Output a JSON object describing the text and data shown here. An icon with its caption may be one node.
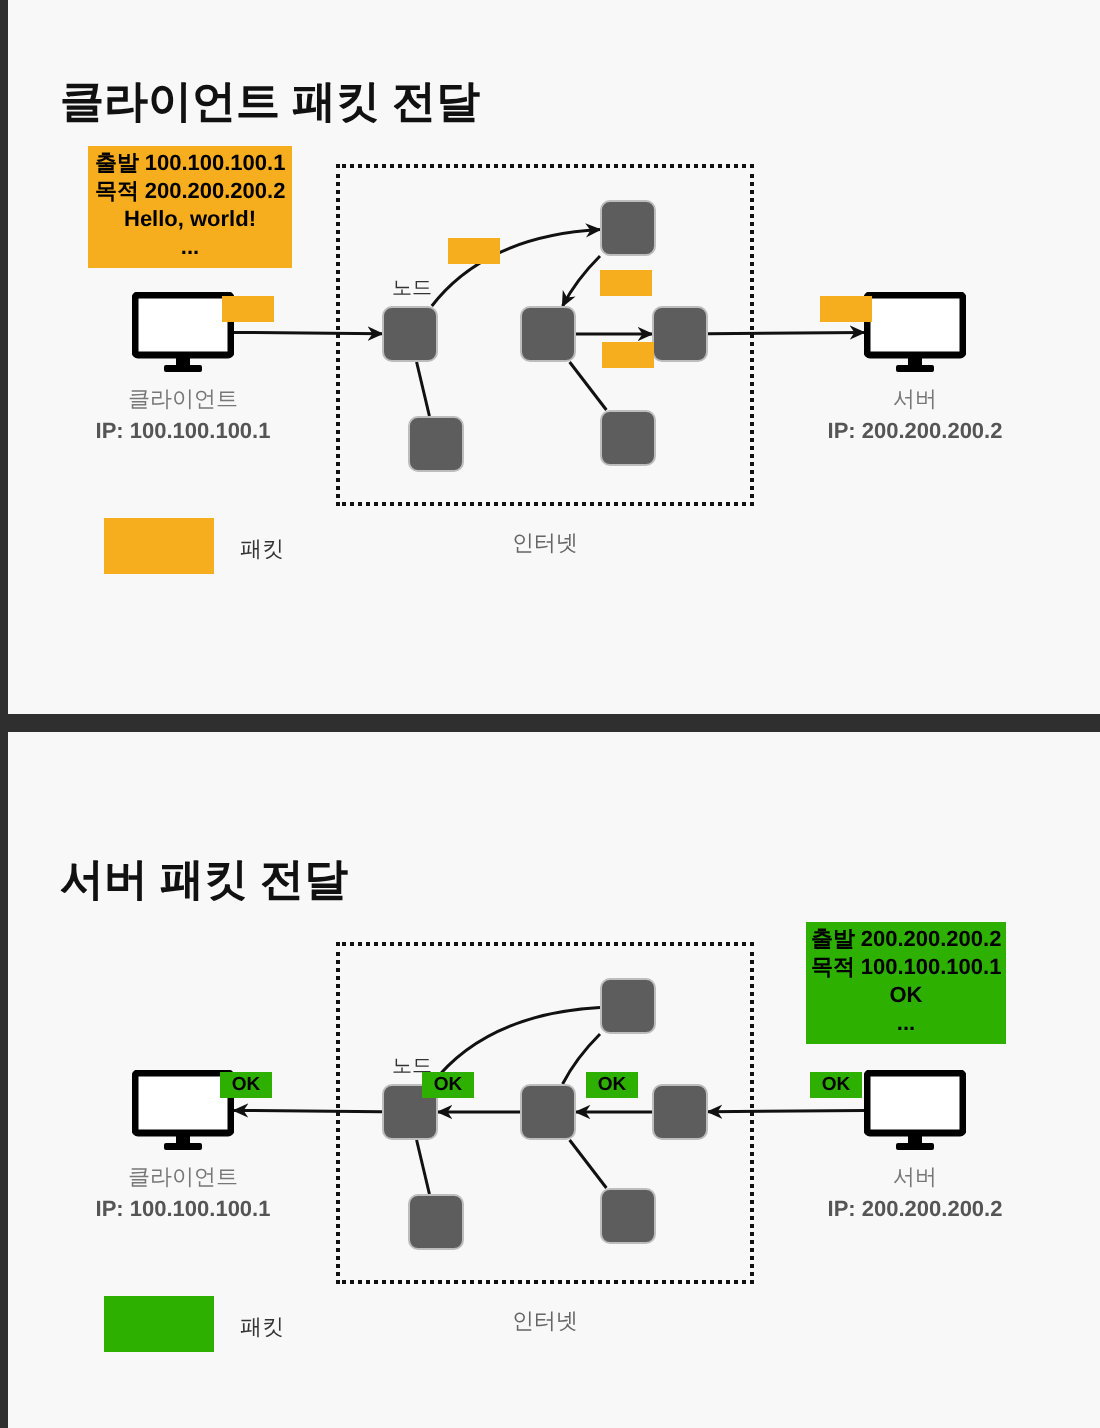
{
  "diagram": {
    "title": "클라이언트 패킷 전달",
    "nodes": [
      {
        "text": [
          "출발 100.100.100.1",
          "목적 200.200.200.2",
          "Hello, world!",
          "..."
        ]
      },
      {
        "text": [],
        "shape": "monitor",
        "beside": [
          "클라이언트",
          "IP: 100.100.100.1"
        ]
      },
      {
        "text": [],
        "shape": "box"
      },
      {
        "text": [
          "인터넷"
        ]
      },
      {
        "text": [],
        "shape": "box",
        "in": 3
      },
      {
        "text": [],
        "shape": "box",
        "in": 3
      },
      {
        "text": [],
        "shape": "box",
        "in": 3
      },
      {
        "text": [],
        "shape": "box",
        "in": 3,
        "beside": [
          "노드"
        ]
      },
      {
        "text": [],
        "shape": "box",
        "in": 3
      },
      {
        "text": [],
        "shape": "box",
        "in": 3
      },
      {
        "text": [],
        "shape": "box",
        "in": 3
      },
      {
        "text": [],
        "shape": "box",
        "in": 3
      },
      {
        "text": [],
        "shape": "box",
        "in": 3
      },
      {
        "text": [],
        "shape": "box"
      },
      {
        "text": [],
        "shape": "monitor",
        "beside": [
          "서버",
          "IP: 200.200.200.2"
        ]
      },
      {
        "text": [
          "출발 200.200.200.2",
          "목적 100.100.100.1",
          "OK",
          "..."
        ]
      },
      {
        "text": [],
        "shape": "monitor",
        "beside": [
          "클라이언트",
          "IP: 100.100.100.1"
        ]
      },
      {
        "text": [
          "OK"
        ]
      },
      {
        "text": [
          "인터넷"
        ]
      },
      {
        "text": [],
        "shape": "box",
        "in": 18
      },
      {
        "text": [],
        "shape": "box",
        "in": 18,
        "beside": [
          "노드"
        ]
      },
      {
        "text": [
          "OK"
        ],
        "in": 18
      },
      {
        "text": [],
        "shape": "box",
        "in": 18
      },
      {
        "text": [
          "OK"
        ],
        "in": 18
      },
      {
        "text": [],
        "shape": "box",
        "in": 18
      },
      {
        "text": [],
        "shape": "box",
        "in": 18
      },
      {
        "text": [],
        "shape": "box",
        "in": 18
      },
      {
        "text": [
          "OK"
        ]
      },
      {
        "text": [],
        "shape": "monitor",
        "beside": [
          "서버",
          "IP: 200.200.200.2"
        ]
      }
    ],
    "edges": [
      {
        "from": 1,
        "to": 7,
        "arrow": "to"
      },
      {
        "from": 7,
        "to": 4,
        "arrow": "to"
      },
      {
        "from": 4,
        "to": 8,
        "arrow": "to"
      },
      {
        "from": 8,
        "to": 9,
        "arrow": "to"
      },
      {
        "from": 9,
        "to": 14,
        "arrow": "to"
      },
      {
        "from": 7,
        "to": 11,
        "arrow": "none"
      },
      {
        "from": 8,
        "to": 12,
        "arrow": "none"
      },
      {
        "from": 28,
        "to": 24,
        "arrow": "to"
      },
      {
        "from": 24,
        "to": 22,
        "arrow": "to"
      },
      {
        "from": 22,
        "to": 20,
        "arrow": "to"
      },
      {
        "from": 20,
        "to": 16,
        "arrow": "to"
      },
      {
        "from": 19,
        "to": 20,
        "arrow": "none"
      },
      {
        "from": 19,
        "to": 22,
        "arrow": "none"
      },
      {
        "from": 20,
        "to": 25,
        "arrow": "none"
      },
      {
        "from": 22,
        "to": 26,
        "arrow": "none"
      }
    ],
    "labels": [
      "서버 패킷 전달"
    ],
    "legend": [
      {
        "text": "패킷",
        "color": "#f6ae1e"
      },
      {
        "text": "패킷",
        "color": "#2eb000"
      }
    ]
  }
}
